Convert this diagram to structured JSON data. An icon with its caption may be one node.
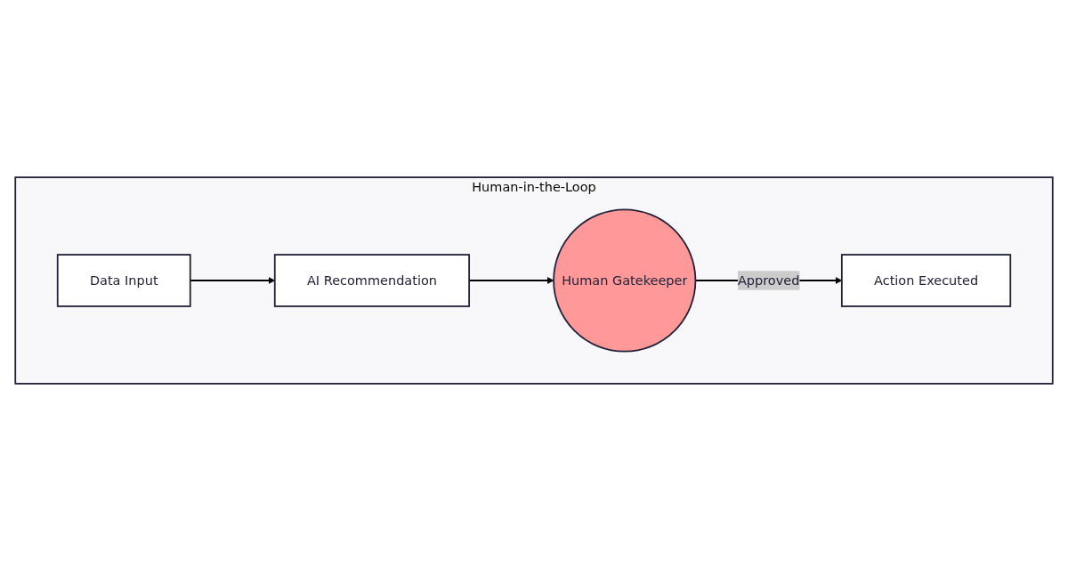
{
  "diagram": {
    "nodes": [
      {
        "text": [
          "Human-in-the-Loop"
        ]
      },
      {
        "text": [
          "Data Input"
        ],
        "in": 0
      },
      {
        "text": [
          "AI Recommendation"
        ],
        "in": 0
      },
      {
        "text": [
          "Human Gatekeeper"
        ],
        "in": 0
      },
      {
        "text": [
          "Action Executed"
        ],
        "in": 0
      }
    ],
    "edges": [
      {
        "from": 1,
        "to": 2,
        "arrow": "to"
      },
      {
        "from": 2,
        "to": 3,
        "arrow": "to"
      },
      {
        "from": 3,
        "to": 4,
        "label": "Approved",
        "arrow": "to"
      }
    ]
  }
}
